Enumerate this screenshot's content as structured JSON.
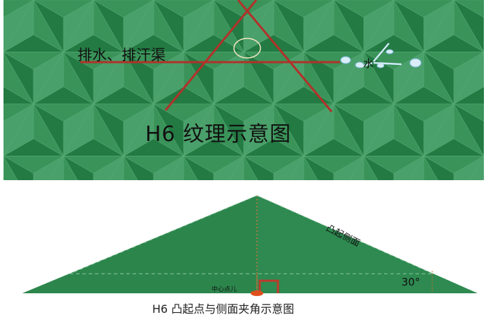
{
  "colors": {
    "texture_base": "#2f8c4f",
    "facet_light": "#4aa06a",
    "facet_mid": "#3a9359",
    "facet_dark": "#237a42",
    "drain_line": "#b2312a",
    "pyramid_fill": "#2e8a50",
    "marker": "#e0501e"
  },
  "top_panel": {
    "drain_label": "排水、排汗渠",
    "water_label": "水",
    "title": "H6 纹理示意图"
  },
  "bottom_panel": {
    "side_face_label": "凸起侧面",
    "angle_label": "30°",
    "center_label": "中心点儿",
    "title": "H6 凸起点与侧面夹角示意图"
  }
}
